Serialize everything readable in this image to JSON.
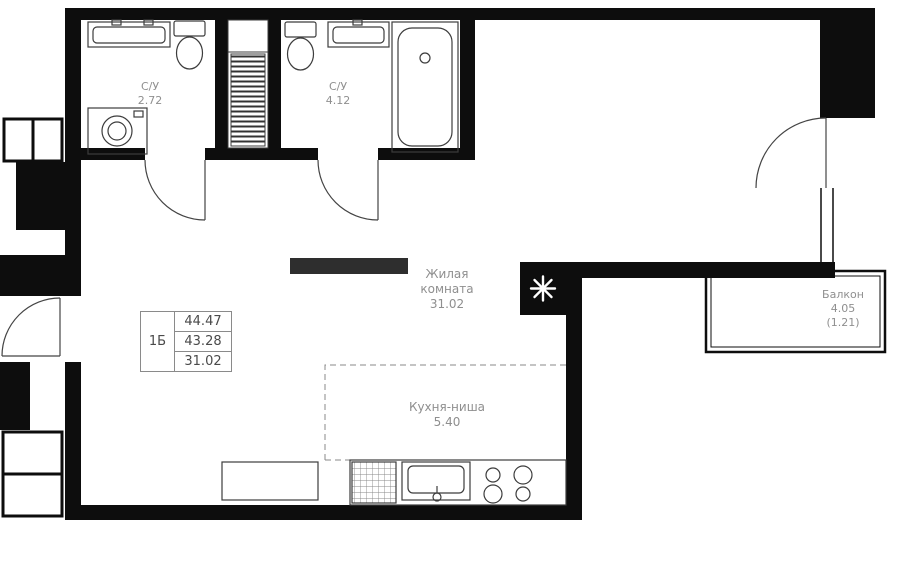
{
  "colors": {
    "wall": "#0d0d0d",
    "room_label_text": "#8f8f8f",
    "table_text": "#4a4a4a",
    "fixture_line": "#3c3c3c",
    "background": "#ffffff"
  },
  "rooms": {
    "bathroom_small": {
      "name": "С/У",
      "area": "2.72"
    },
    "bathroom_large": {
      "name": "С/У",
      "area": "4.12"
    },
    "living_room": {
      "name_line1": "Жилая",
      "name_line2": "комната",
      "area": "31.02"
    },
    "kitchen_niche": {
      "name": "Кухня-ниша",
      "area": "5.40"
    },
    "balcony": {
      "name": "Балкон",
      "area": "4.05",
      "area_with_coefficient": "(1.21)"
    }
  },
  "info_table": {
    "apartment_type": "1Б",
    "rows": [
      "44.47",
      "43.28",
      "31.02"
    ]
  },
  "fixture_icons": [
    "vanity-sink-icon",
    "toilet-icon",
    "washing-machine-icon",
    "bathtub-icon",
    "ventilation-shaft-hatch-icon",
    "vent-asterisk-icon",
    "kitchen-cabinet-icon",
    "appliance-grid-icon",
    "kitchen-sink-icon",
    "stove-burners-icon",
    "door-swing-icon"
  ]
}
